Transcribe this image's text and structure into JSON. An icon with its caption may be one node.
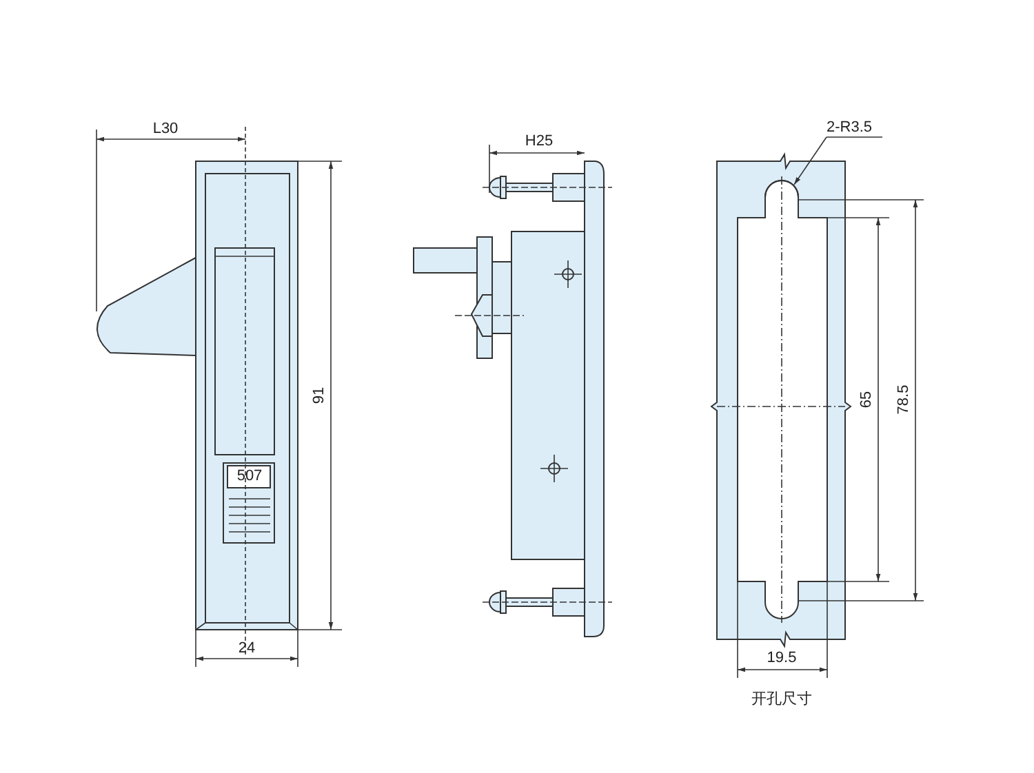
{
  "diagram": {
    "caption": "开孔尺寸",
    "nodes": [
      {
        "text": [
          "2-R3.5"
        ]
      },
      {
        "text": [],
        "shape": "arc"
      }
    ],
    "edges": [
      {
        "from": 0,
        "to": 1,
        "arrow": "to"
      }
    ],
    "labels": [
      "L30",
      "91",
      "507",
      "24",
      "H25",
      "65",
      "78.5",
      "19.5"
    ]
  }
}
